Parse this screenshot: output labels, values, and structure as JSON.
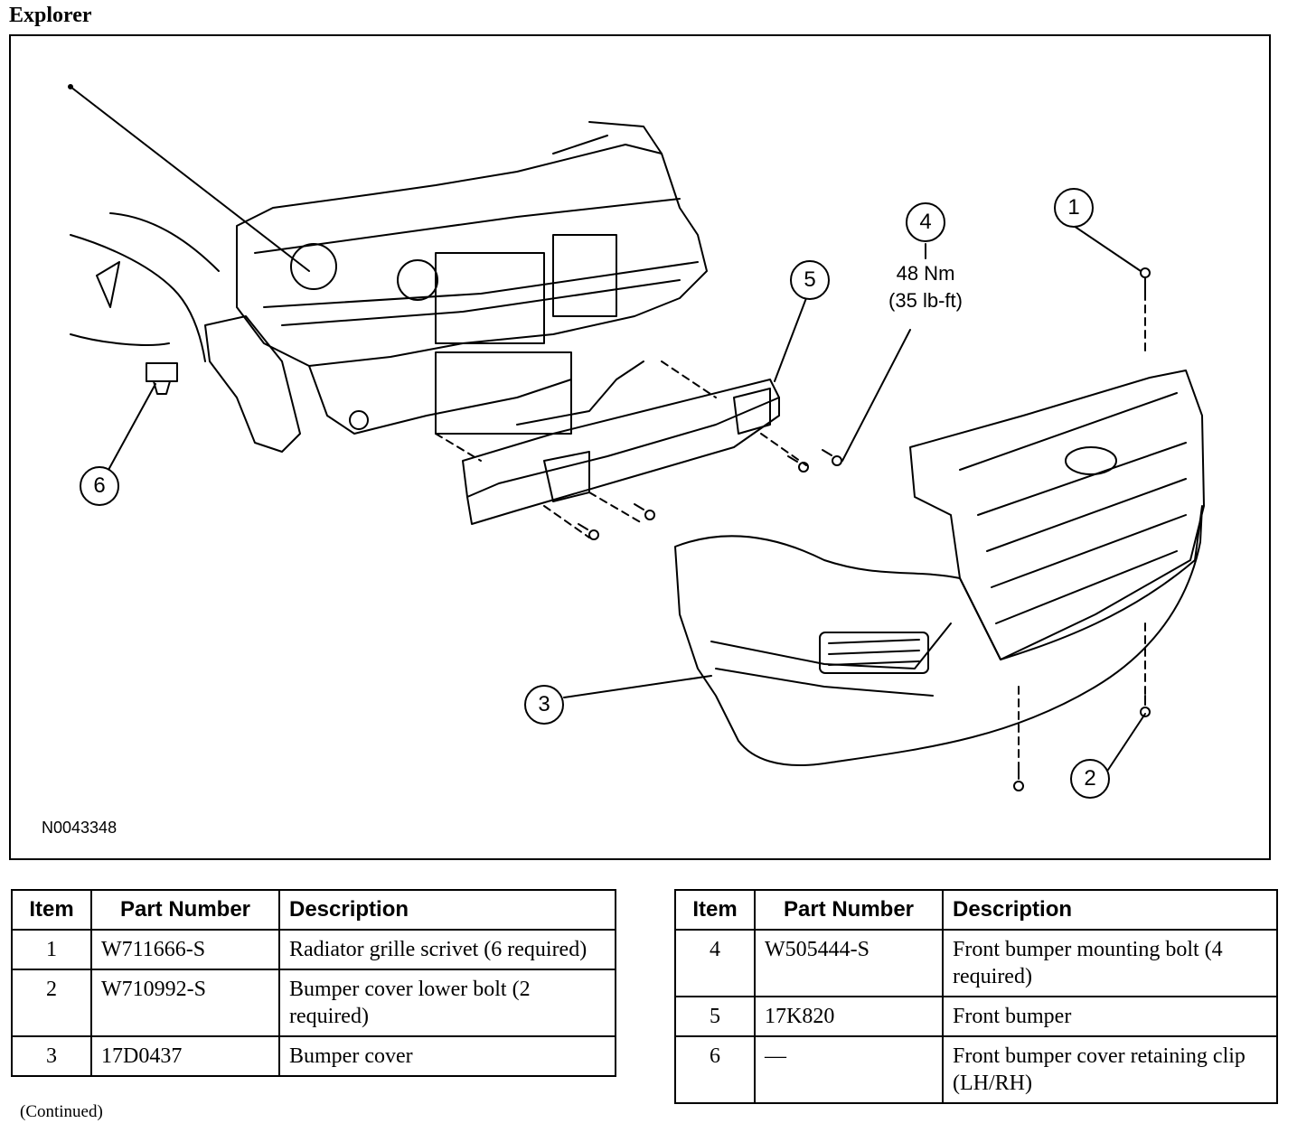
{
  "page": {
    "title": "Explorer",
    "footnote": "(Continued)"
  },
  "figure": {
    "id": "N0043348",
    "torque": {
      "item": "4",
      "metric": "48 Nm",
      "imperial": "(35 lb-ft)"
    },
    "callouts": [
      "1",
      "2",
      "3",
      "4",
      "5",
      "6"
    ]
  },
  "table_headers": {
    "item": "Item",
    "part_number": "Part Number",
    "description": "Description"
  },
  "parts_left": [
    {
      "item": "1",
      "part": "W711666-S",
      "desc": "Radiator grille scrivet (6 required)"
    },
    {
      "item": "2",
      "part": "W710992-S",
      "desc": "Bumper cover lower bolt (2 required)"
    },
    {
      "item": "3",
      "part": "17D0437",
      "desc": "Bumper cover"
    }
  ],
  "parts_right": [
    {
      "item": "4",
      "part": "W505444-S",
      "desc": "Front bumper mounting bolt (4 required)"
    },
    {
      "item": "5",
      "part": "17K820",
      "desc": "Front bumper"
    },
    {
      "item": "6",
      "part": "—",
      "desc": "Front bumper cover retaining clip (LH/RH)"
    }
  ]
}
